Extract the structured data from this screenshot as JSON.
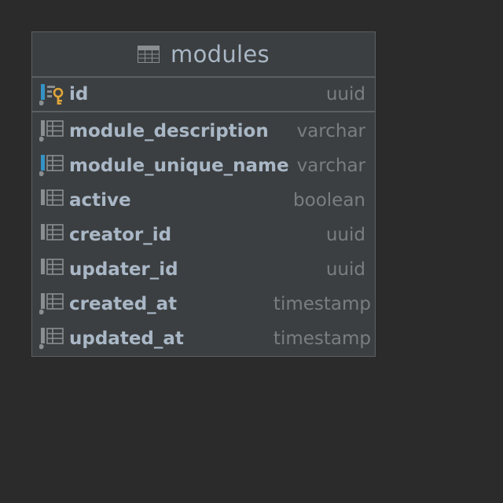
{
  "table": {
    "name": "modules",
    "primary_key": {
      "name": "id",
      "type": "uuid",
      "icon": "primary-key-column-icon"
    },
    "columns": [
      {
        "name": "module_description",
        "type": "varchar",
        "icon": "column-not-null-icon"
      },
      {
        "name": "module_unique_name",
        "type": "varchar",
        "icon": "column-indexed-icon"
      },
      {
        "name": "active",
        "type": "boolean",
        "icon": "column-icon"
      },
      {
        "name": "creator_id",
        "type": "uuid",
        "icon": "column-icon"
      },
      {
        "name": "updater_id",
        "type": "uuid",
        "icon": "column-icon"
      },
      {
        "name": "created_at",
        "type": "timestamp",
        "icon": "column-not-null-icon"
      },
      {
        "name": "updated_at",
        "type": "timestamp",
        "icon": "column-not-null-icon"
      }
    ]
  },
  "colors": {
    "background": "#2b2b2b",
    "panel": "#3c3f41",
    "border": "#5c5f61",
    "text": "#a9b7c6",
    "type_text": "#7a7e81",
    "key_gold": "#e0a53a",
    "index_blue": "#3592c4"
  }
}
